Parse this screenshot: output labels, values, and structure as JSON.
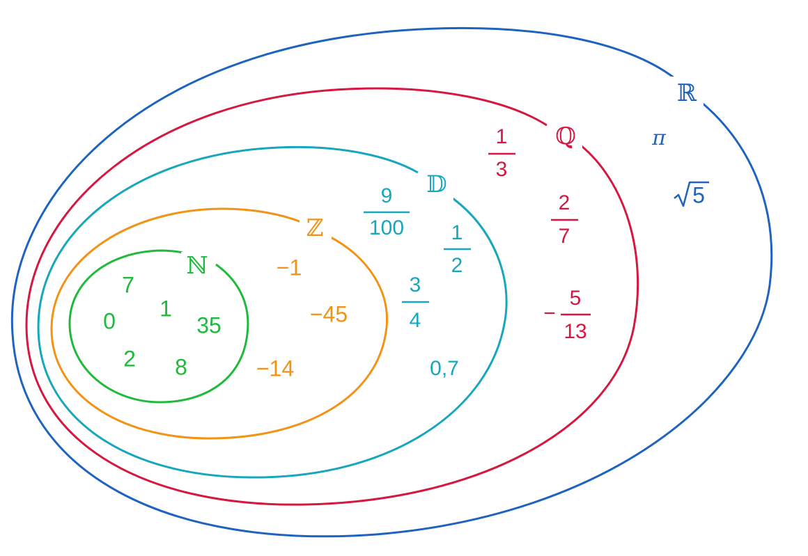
{
  "colors": {
    "R": "#1f63c0",
    "Q": "#d6173f",
    "D": "#17a7bd",
    "Z": "#f29316",
    "N": "#1fba3b"
  },
  "sets": {
    "R": {
      "label": "ℝ"
    },
    "Q": {
      "label": "ℚ"
    },
    "D": {
      "label": "𝔻"
    },
    "Z": {
      "label": "ℤ"
    },
    "N": {
      "label": "ℕ"
    }
  },
  "elements": {
    "N": [
      "7",
      "0",
      "1",
      "35",
      "2",
      "8"
    ],
    "Z": [
      "−1",
      "−45",
      "−14"
    ],
    "D": {
      "frac_9_100": {
        "num": "9",
        "den": "100"
      },
      "frac_1_2": {
        "num": "1",
        "den": "2"
      },
      "frac_3_4": {
        "num": "3",
        "den": "4"
      },
      "decimal": "0,7"
    },
    "Q": {
      "frac_1_3": {
        "num": "1",
        "den": "3"
      },
      "frac_2_7": {
        "num": "2",
        "den": "7"
      },
      "frac_neg_5_13": {
        "sign": "−",
        "num": "5",
        "den": "13"
      }
    },
    "R": {
      "pi": "π",
      "sqrt_radicand": "5"
    }
  }
}
